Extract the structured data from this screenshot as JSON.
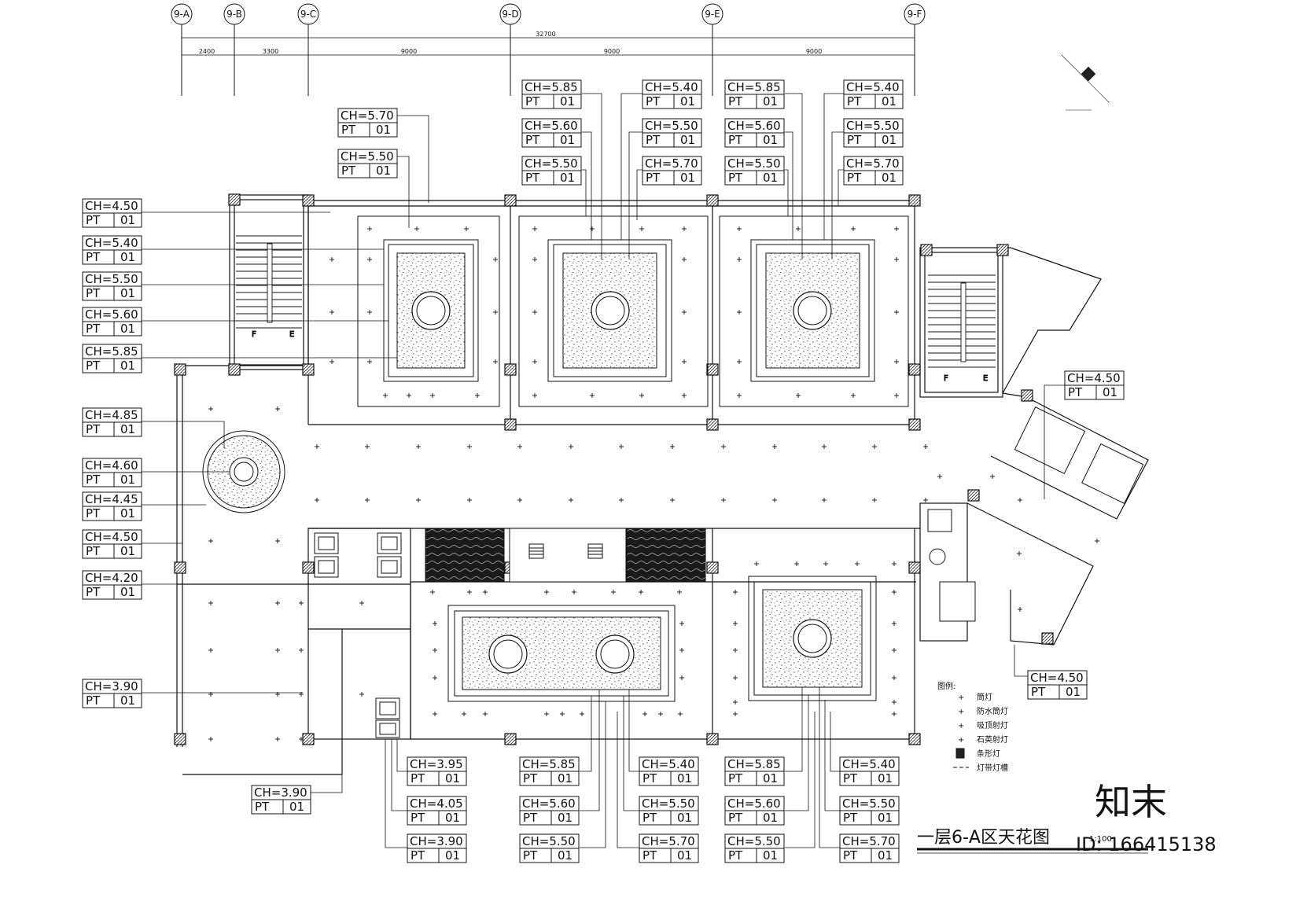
{
  "axes": [
    {
      "label": "9-A"
    },
    {
      "label": "9-B"
    },
    {
      "label": "9-C"
    },
    {
      "label": "9-D"
    },
    {
      "label": "9-E"
    },
    {
      "label": "9-F"
    }
  ],
  "dimensions": {
    "total": "32700",
    "segments": [
      "2400",
      "3300",
      "9000",
      "9000",
      "9000"
    ]
  },
  "tags": [
    {
      "ch": "CH=5.70",
      "pt": "PT",
      "code": "01"
    },
    {
      "ch": "CH=5.50",
      "pt": "PT",
      "code": "01"
    },
    {
      "ch": "CH=5.85",
      "pt": "PT",
      "code": "01"
    },
    {
      "ch": "CH=5.60",
      "pt": "PT",
      "code": "01"
    },
    {
      "ch": "CH=5.50",
      "pt": "PT",
      "code": "01"
    },
    {
      "ch": "CH=5.40",
      "pt": "PT",
      "code": "01"
    },
    {
      "ch": "CH=5.50",
      "pt": "PT",
      "code": "01"
    },
    {
      "ch": "CH=5.70",
      "pt": "PT",
      "code": "01"
    },
    {
      "ch": "CH=5.85",
      "pt": "PT",
      "code": "01"
    },
    {
      "ch": "CH=5.60",
      "pt": "PT",
      "code": "01"
    },
    {
      "ch": "CH=5.50",
      "pt": "PT",
      "code": "01"
    },
    {
      "ch": "CH=5.40",
      "pt": "PT",
      "code": "01"
    },
    {
      "ch": "CH=5.50",
      "pt": "PT",
      "code": "01"
    },
    {
      "ch": "CH=5.70",
      "pt": "PT",
      "code": "01"
    },
    {
      "ch": "CH=4.50",
      "pt": "PT",
      "code": "01"
    },
    {
      "ch": "CH=5.40",
      "pt": "PT",
      "code": "01"
    },
    {
      "ch": "CH=5.50",
      "pt": "PT",
      "code": "01"
    },
    {
      "ch": "CH=5.60",
      "pt": "PT",
      "code": "01"
    },
    {
      "ch": "CH=5.85",
      "pt": "PT",
      "code": "01"
    },
    {
      "ch": "CH=4.85",
      "pt": "PT",
      "code": "01"
    },
    {
      "ch": "CH=4.60",
      "pt": "PT",
      "code": "01"
    },
    {
      "ch": "CH=4.45",
      "pt": "PT",
      "code": "01"
    },
    {
      "ch": "CH=4.50",
      "pt": "PT",
      "code": "01"
    },
    {
      "ch": "CH=4.20",
      "pt": "PT",
      "code": "01"
    },
    {
      "ch": "CH=3.90",
      "pt": "PT",
      "code": "01"
    },
    {
      "ch": "CH=4.50",
      "pt": "PT",
      "code": "01"
    },
    {
      "ch": "CH=4.50",
      "pt": "PT",
      "code": "01"
    },
    {
      "ch": "CH=3.90",
      "pt": "PT",
      "code": "01"
    },
    {
      "ch": "CH=3.95",
      "pt": "PT",
      "code": "01"
    },
    {
      "ch": "CH=4.05",
      "pt": "PT",
      "code": "01"
    },
    {
      "ch": "CH=3.90",
      "pt": "PT",
      "code": "01"
    },
    {
      "ch": "CH=5.85",
      "pt": "PT",
      "code": "01"
    },
    {
      "ch": "CH=5.60",
      "pt": "PT",
      "code": "01"
    },
    {
      "ch": "CH=5.50",
      "pt": "PT",
      "code": "01"
    },
    {
      "ch": "CH=5.40",
      "pt": "PT",
      "code": "01"
    },
    {
      "ch": "CH=5.50",
      "pt": "PT",
      "code": "01"
    },
    {
      "ch": "CH=5.70",
      "pt": "PT",
      "code": "01"
    },
    {
      "ch": "CH=5.85",
      "pt": "PT",
      "code": "01"
    },
    {
      "ch": "CH=5.60",
      "pt": "PT",
      "code": "01"
    },
    {
      "ch": "CH=5.50",
      "pt": "PT",
      "code": "01"
    },
    {
      "ch": "CH=5.40",
      "pt": "PT",
      "code": "01"
    },
    {
      "ch": "CH=5.50",
      "pt": "PT",
      "code": "01"
    },
    {
      "ch": "CH=5.70",
      "pt": "PT",
      "code": "01"
    }
  ],
  "legend": {
    "title": "图例:",
    "items": [
      {
        "symbol": "+",
        "label": "筒灯"
      },
      {
        "symbol": "+",
        "label": "防水筒灯"
      },
      {
        "symbol": "+",
        "label": "吸顶射灯"
      },
      {
        "symbol": "+",
        "label": "石英射灯"
      },
      {
        "symbol": "grille",
        "label": "条形灯"
      },
      {
        "symbol": "dash",
        "label": "灯带灯槽"
      }
    ]
  },
  "title": {
    "name": "一层6-A区天花图",
    "scale": "1:100"
  },
  "watermark": {
    "logo": "知末",
    "id": "ID: 166415138"
  }
}
